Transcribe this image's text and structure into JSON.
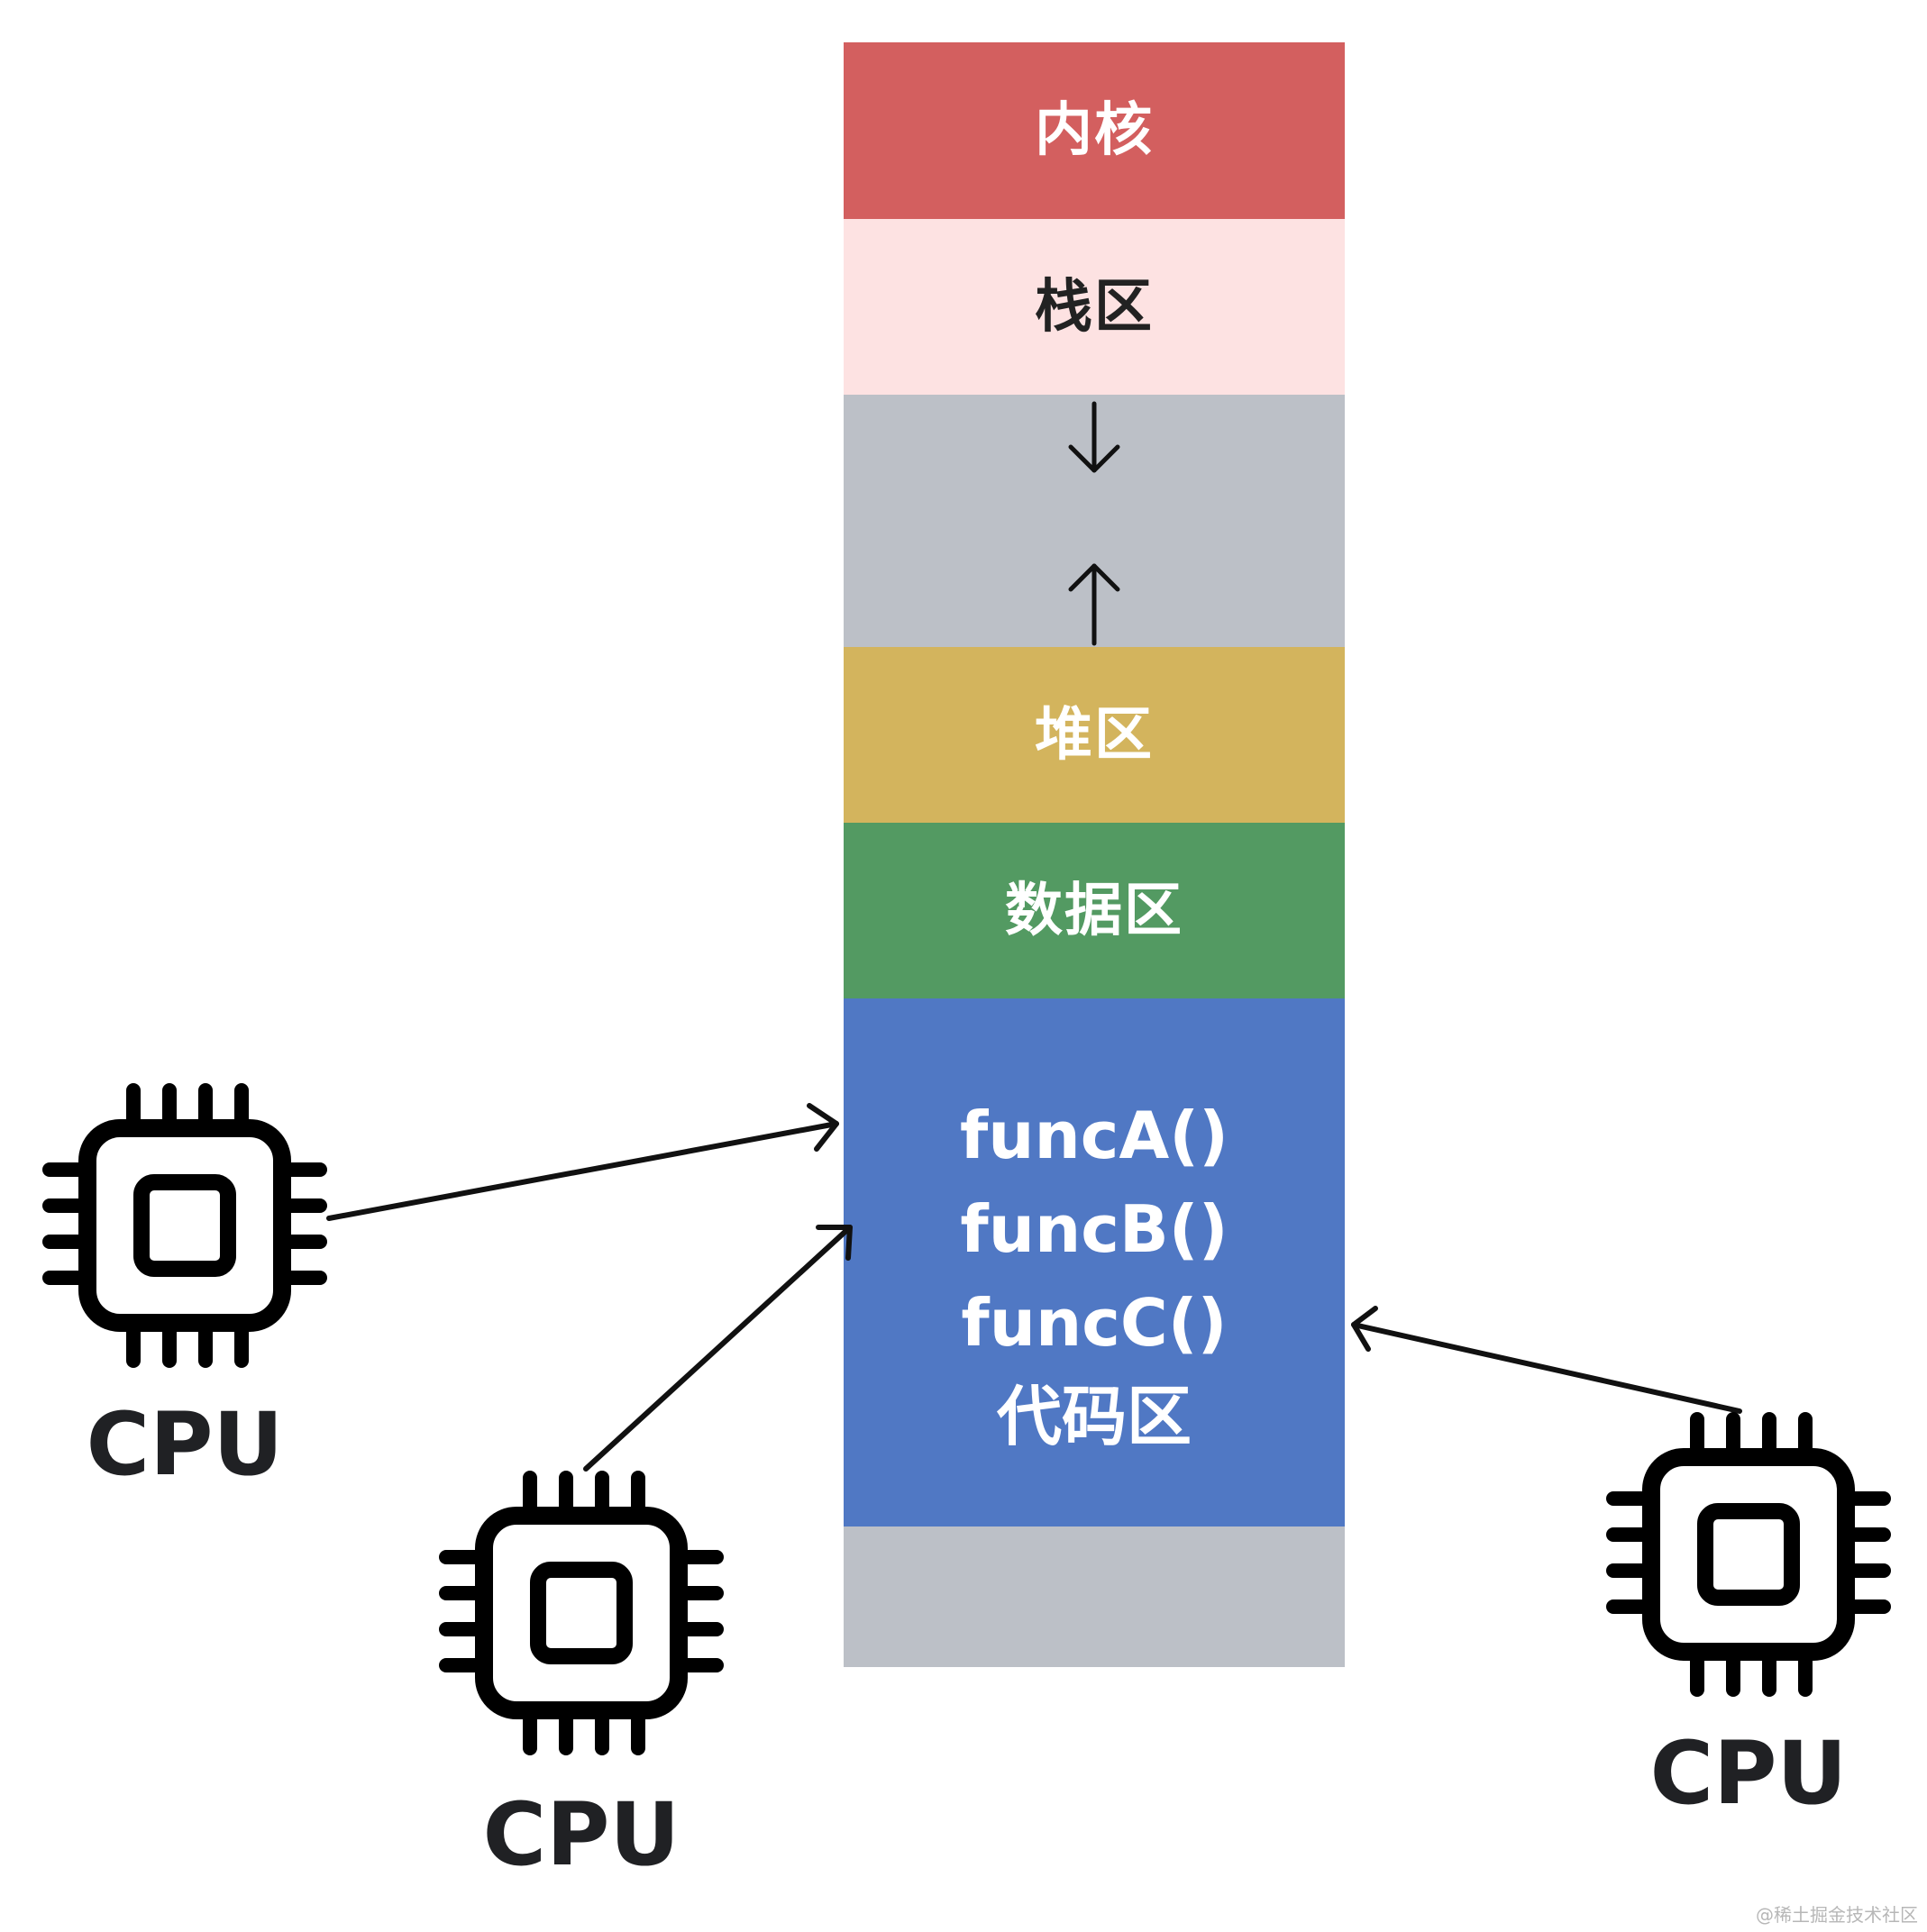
{
  "memory": {
    "kernel": {
      "label": "内核",
      "color": "#d35f5f"
    },
    "stack": {
      "label": "栈区",
      "color": "#fde2e2"
    },
    "free_upper": {
      "color": "#bcc0c7"
    },
    "heap": {
      "label": "堆区",
      "color": "#d3b45d"
    },
    "data": {
      "label": "数据区",
      "color": "#539a62"
    },
    "code": {
      "color": "#5078c4",
      "lines": [
        "funcA()",
        "funcB()",
        "funcC()",
        "代码区"
      ]
    },
    "free_lower": {
      "color": "#bcc0c7"
    }
  },
  "cpus": [
    {
      "label": "CPU",
      "icon": "cpu-chip-icon"
    },
    {
      "label": "CPU",
      "icon": "cpu-chip-icon"
    },
    {
      "label": "CPU",
      "icon": "cpu-chip-icon"
    }
  ],
  "watermark": "@稀土掘金技术社区"
}
